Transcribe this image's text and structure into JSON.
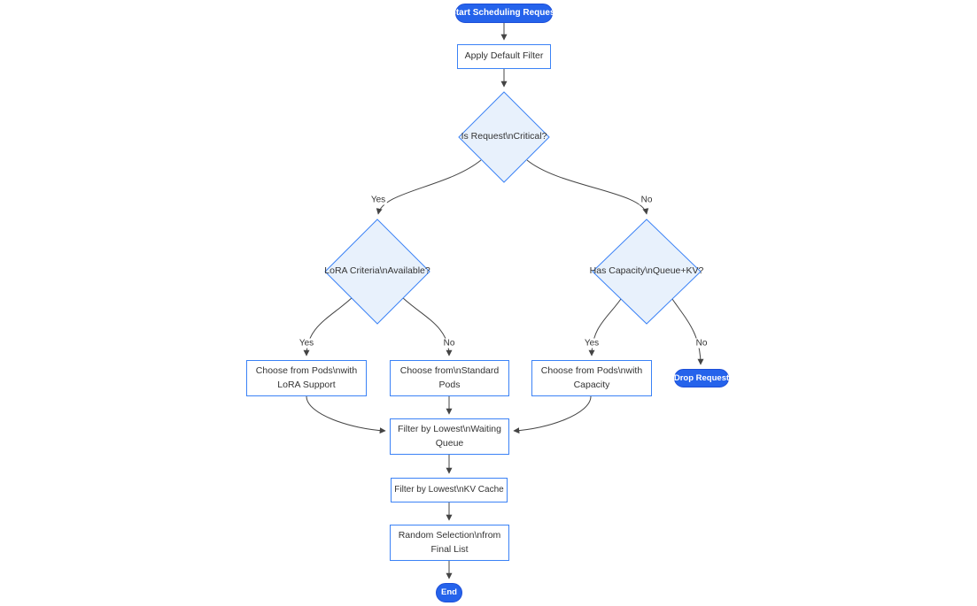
{
  "diagram": {
    "type": "flowchart",
    "nodes": {
      "start": {
        "label": "Start Scheduling Request",
        "shape": "stadium"
      },
      "apply_default_filter": {
        "label": "Apply Default Filter",
        "shape": "rect"
      },
      "is_request_critical": {
        "label": "Is Request\\nCritical?",
        "shape": "diamond"
      },
      "lora_criteria_available": {
        "label": "LoRA Criteria\\nAvailable?",
        "shape": "diamond"
      },
      "has_capacity_queue_kv": {
        "label": "Has Capacity\\nQueue+KV?",
        "shape": "diamond"
      },
      "choose_lora_pods": {
        "label": "Choose from Pods\\nwith LoRA Support",
        "shape": "rect"
      },
      "choose_standard_pods": {
        "label": "Choose from\\nStandard Pods",
        "shape": "rect"
      },
      "choose_capacity_pods": {
        "label": "Choose from Pods\\nwith Capacity",
        "shape": "rect"
      },
      "drop_request": {
        "label": "Drop Request",
        "shape": "stadium"
      },
      "filter_waiting_queue": {
        "label": "Filter by Lowest\\nWaiting Queue",
        "shape": "rect"
      },
      "filter_kv_cache": {
        "label": "Filter by Lowest\\nKV Cache",
        "shape": "rect"
      },
      "random_selection": {
        "label": "Random Selection\\nfrom Final List",
        "shape": "rect"
      },
      "end": {
        "label": "End",
        "shape": "stadium"
      }
    },
    "edge_labels": {
      "critical_yes": "Yes",
      "critical_no": "No",
      "lora_yes": "Yes",
      "lora_no": "No",
      "capacity_yes": "Yes",
      "capacity_no": "No"
    },
    "colors": {
      "stadium_fill": "#2563eb",
      "stadium_text": "#ffffff",
      "rect_fill": "#ffffff",
      "rect_border": "#3b82f6",
      "diamond_fill": "#e8f1fc",
      "diamond_border": "#3b82f6",
      "edge": "#444444",
      "label_text": "#333333"
    }
  }
}
